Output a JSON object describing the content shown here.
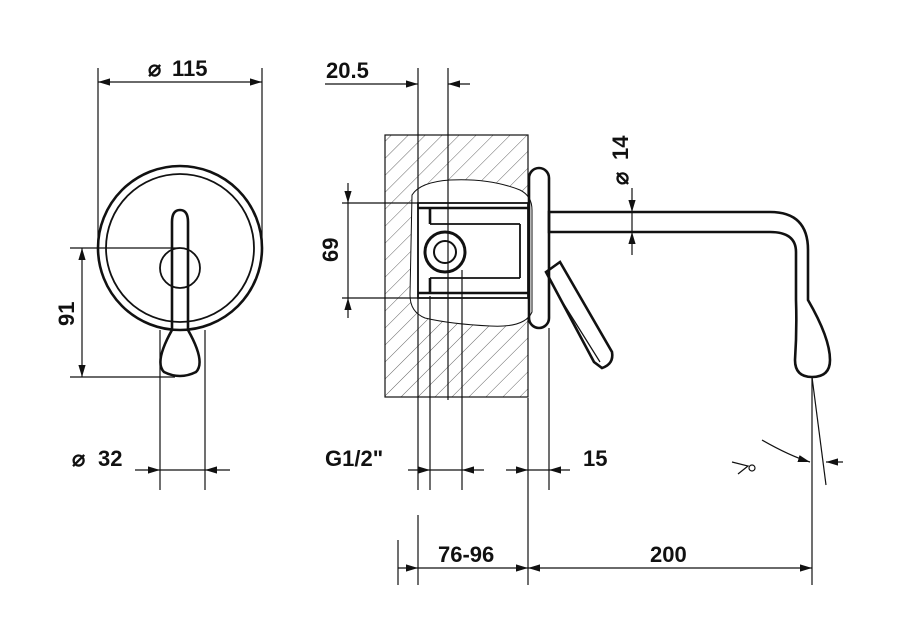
{
  "drawing": {
    "dims": {
      "dia_115": "115",
      "dim_20_5": "20.5",
      "dia_14": "14",
      "dim_69": "69",
      "dim_91": "91",
      "dia_32": "32",
      "thread": "G1/2\"",
      "dim_15": "15",
      "dim_76_96": "76-96",
      "dim_200": "200"
    },
    "symbols": {
      "diameter": "⌀"
    }
  }
}
